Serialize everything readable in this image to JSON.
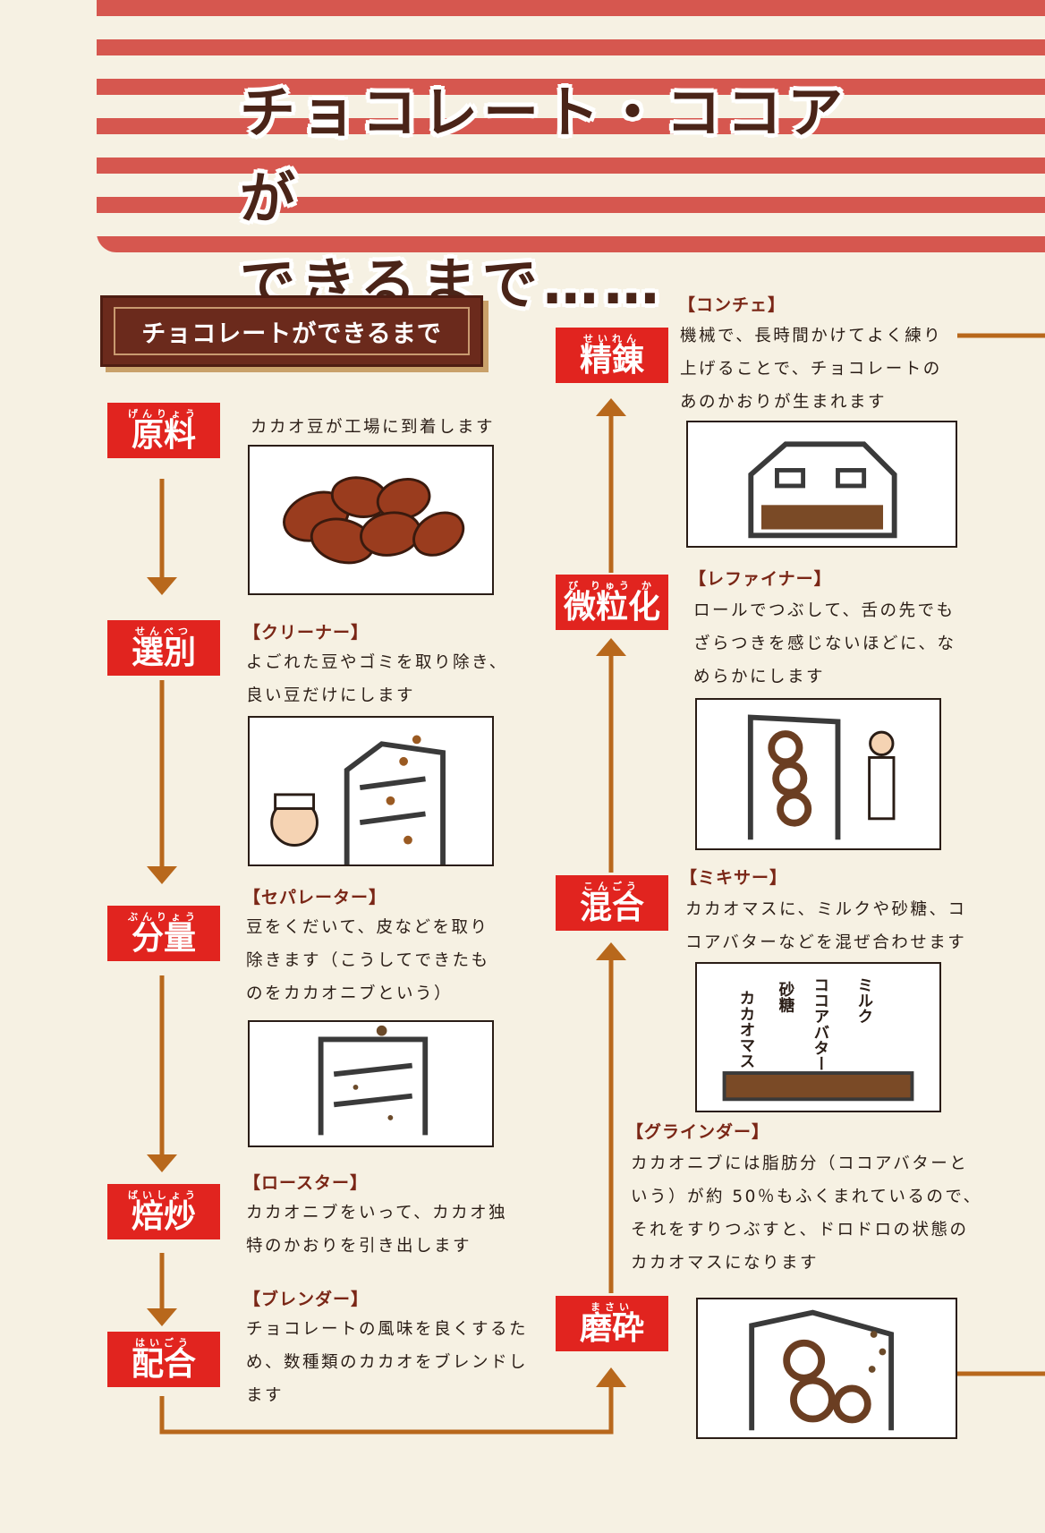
{
  "header": {
    "title_line1": "チョコレート・ココアが",
    "title_line2": "できるまで……"
  },
  "section_label": "チョコレートができるまで",
  "colors": {
    "stripe": "#d6574f",
    "badge": "#e1241f",
    "arrow": "#b8681c",
    "label_bg": "#6b2a1c",
    "background": "#f6f1e3"
  },
  "steps": [
    {
      "id": "genryou",
      "label": "原料",
      "ruby": "げんりょう",
      "machine": "",
      "description": "カカオ豆が工場に到着します",
      "illustration": "cacao-beans"
    },
    {
      "id": "senbetsu",
      "label": "選別",
      "ruby": "せんべつ",
      "machine": "【クリーナー】",
      "description": [
        "よごれた豆やゴミを取り除き、",
        "良い豆だけにします"
      ],
      "illustration": "cleaner-machine"
    },
    {
      "id": "bunryou",
      "label": "分量",
      "ruby": "ぶんりょう",
      "machine": "【セパレーター】",
      "description": [
        "豆をくだいて、皮などを取り",
        "除きます（こうしてできたも",
        "のをカカオニブという）"
      ],
      "illustration": "separator-machine"
    },
    {
      "id": "baisen",
      "label": "焙炒",
      "ruby": "ばいしょう",
      "machine": "【ロースター】",
      "description": [
        "カカオニブをいって、カカオ独",
        "特のかおりを引き出します"
      ],
      "illustration": ""
    },
    {
      "id": "haigou",
      "label": "配合",
      "ruby": "はいごう",
      "machine": "【ブレンダー】",
      "description": [
        "チョコレートの風味を良くするた",
        "め、数種類のカカオをブレンドし",
        "ます"
      ],
      "illustration": ""
    },
    {
      "id": "masai",
      "label": "磨砕",
      "ruby": "まさい",
      "machine": "【グラインダー】",
      "description": [
        "カカオニブには脂肪分（ココアバターと",
        "いう）が約 50％もふくまれているので、",
        "それをすりつぶすと、ドロドロの状態の",
        "カカオマスになります"
      ],
      "illustration": "grinder-machine"
    },
    {
      "id": "kongou",
      "label": "混合",
      "ruby": "こんごう",
      "machine": "【ミキサー】",
      "description": [
        "カカオマスに、ミルクや砂糖、コ",
        "コアバターなどを混ぜ合わせます"
      ],
      "illustration": "mixer-machine"
    },
    {
      "id": "biryuuka",
      "label": "微粒化",
      "ruby": "び りゅう か",
      "machine": "【レファイナー】",
      "description": [
        "ロールでつぶして、舌の先でも",
        "ざらつきを感じないほどに、な",
        "めらかにします"
      ],
      "illustration": "refiner-machine"
    },
    {
      "id": "seiren",
      "label": "精錬",
      "ruby": "せいれん",
      "machine": "【コンチェ】",
      "description": [
        "機械で、長時間かけてよく練り",
        "上げることで、チョコレートの",
        "あのかおりが生まれます"
      ],
      "illustration": "conche-machine"
    }
  ],
  "mixer_labels": [
    "カカオマス",
    "砂糖",
    "ココアバター",
    "ミルク"
  ]
}
